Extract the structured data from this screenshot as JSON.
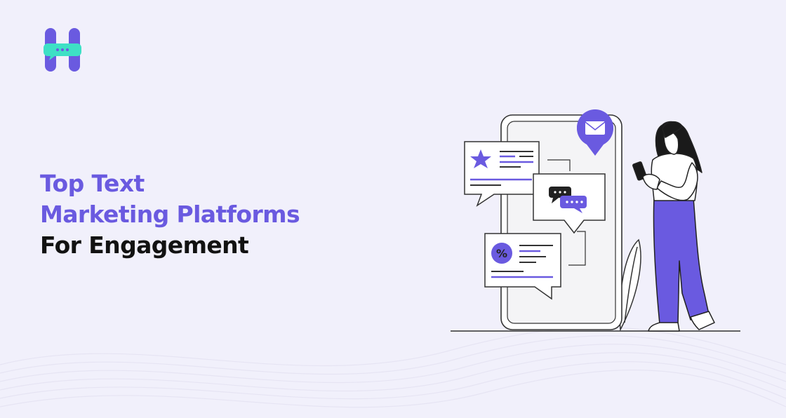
{
  "brand": {
    "logo_icon": "h-chat-bubble-logo-icon",
    "colors": {
      "primary": "#6a5ae0",
      "secondary": "#3ee0c5",
      "dark": "#121212",
      "background": "#f1f0fb"
    }
  },
  "headline": {
    "line1": "Top Text",
    "line2": "Marketing Platforms",
    "line3": "For Engagement"
  },
  "illustration": {
    "icons": [
      "phone-icon",
      "mail-pin-icon",
      "star-message-icon",
      "chat-bubbles-icon",
      "discount-message-icon",
      "woman-with-phone-icon",
      "plant-leaf-icon"
    ]
  }
}
